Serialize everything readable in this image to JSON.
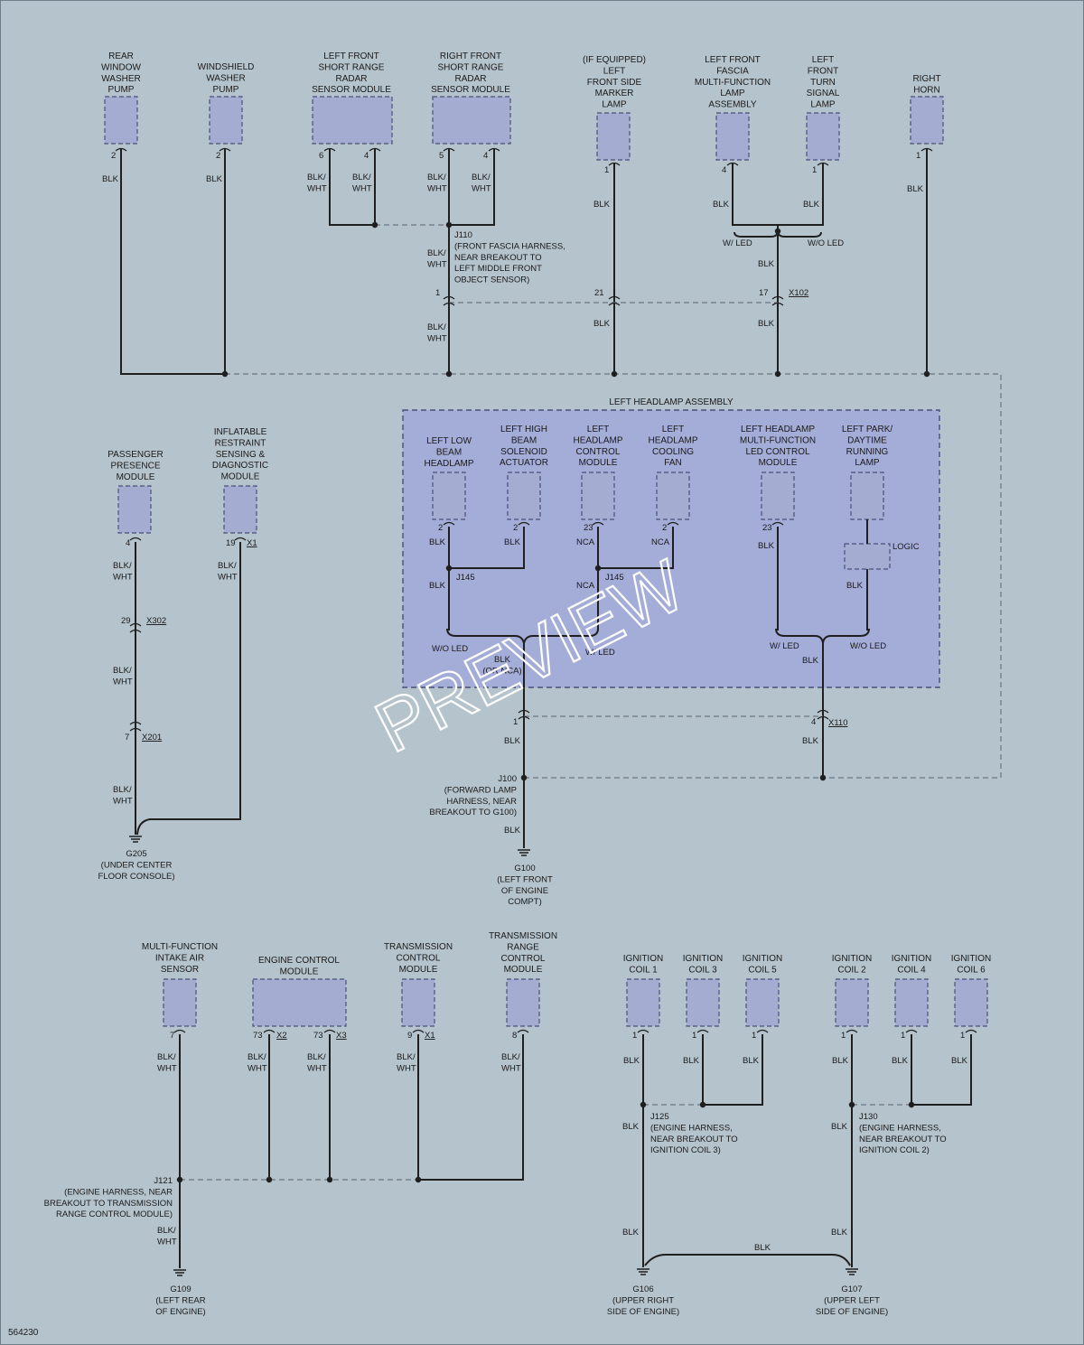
{
  "diagram_number": "564230",
  "watermark": "PREVIEW",
  "components": {
    "rear_washer": [
      "REAR",
      "WINDOW",
      "WASHER",
      "PUMP"
    ],
    "ws_washer": [
      "WINDSHIELD",
      "WASHER",
      "PUMP"
    ],
    "lf_radar": [
      "LEFT FRONT",
      "SHORT RANGE",
      "RADAR",
      "SENSOR MODULE"
    ],
    "rf_radar": [
      "RIGHT FRONT",
      "SHORT RANGE",
      "RADAR",
      "SENSOR MODULE"
    ],
    "side_marker": [
      "(IF EQUIPPED)",
      "LEFT",
      "FRONT SIDE",
      "MARKER",
      "LAMP"
    ],
    "fascia_lamp": [
      "LEFT FRONT",
      "FASCIA",
      "MULTI-FUNCTION",
      "LAMP",
      "ASSEMBLY"
    ],
    "turn_lamp": [
      "LEFT",
      "FRONT",
      "TURN",
      "SIGNAL",
      "LAMP"
    ],
    "horn": [
      "RIGHT",
      "HORN"
    ],
    "ppm": [
      "PASSENGER",
      "PRESENCE",
      "MODULE"
    ],
    "irs": [
      "INFLATABLE",
      "RESTRAINT",
      "SENSING &",
      "DIAGNOSTIC",
      "MODULE"
    ],
    "headlamp_assembly": "LEFT HEADLAMP ASSEMBLY",
    "low_beam": [
      "LEFT LOW",
      "BEAM",
      "HEADLAMP"
    ],
    "high_beam": [
      "LEFT HIGH",
      "BEAM",
      "SOLENOID",
      "ACTUATOR"
    ],
    "hl_control": [
      "LEFT",
      "HEADLAMP",
      "CONTROL",
      "MODULE"
    ],
    "hl_fan": [
      "LEFT",
      "HEADLAMP",
      "COOLING",
      "FAN"
    ],
    "hl_led": [
      "LEFT HEADLAMP",
      "MULTI-FUNCTION",
      "LED CONTROL",
      "MODULE"
    ],
    "drl": [
      "LEFT PARK/",
      "DAYTIME",
      "RUNNING",
      "LAMP"
    ],
    "logic": "LOGIC",
    "maf": [
      "MULTI-FUNCTION",
      "INTAKE AIR",
      "SENSOR"
    ],
    "ecm": [
      "ENGINE CONTROL",
      "MODULE"
    ],
    "tcm": [
      "TRANSMISSION",
      "CONTROL",
      "MODULE"
    ],
    "trcm": [
      "TRANSMISSION",
      "RANGE",
      "CONTROL",
      "MODULE"
    ],
    "coil1": [
      "IGNITION",
      "COIL 1"
    ],
    "coil3": [
      "IGNITION",
      "COIL 3"
    ],
    "coil5": [
      "IGNITION",
      "COIL 5"
    ],
    "coil2": [
      "IGNITION",
      "COIL 2"
    ],
    "coil4": [
      "IGNITION",
      "COIL 4"
    ],
    "coil6": [
      "IGNITION",
      "COIL 6"
    ]
  },
  "pins": {
    "rear_washer": "2",
    "ws_washer": "2",
    "lf_radar_a": "6",
    "lf_radar_b": "4",
    "rf_radar_a": "5",
    "rf_radar_b": "4",
    "side_marker": "1",
    "fascia_lamp": "4",
    "turn_lamp": "1",
    "horn": "1",
    "x102_1": "1",
    "x102_21": "21",
    "x102_17": "17",
    "ppm": "4",
    "irs": "19",
    "x302": "29",
    "x201": "7",
    "low_beam": "2",
    "high_beam": "2",
    "hl_control": "23",
    "hl_fan": "2",
    "hl_led": "23",
    "x110_1": "1",
    "x110_4": "4",
    "maf": "7",
    "ecm_x2": "73",
    "ecm_x3": "73",
    "tcm": "9",
    "trcm": "8",
    "coil1": "1",
    "coil3": "1",
    "coil5": "1",
    "coil2": "1",
    "coil4": "1",
    "coil6": "1"
  },
  "connectors": {
    "x102": "X102",
    "x1": "X1",
    "x302": "X302",
    "x201": "X201",
    "x110": "X110",
    "x2": "X2",
    "x3": "X3",
    "x1b": "X1"
  },
  "wire_colors": {
    "blk": "BLK",
    "blk_wht": [
      "BLK/",
      "WHT"
    ],
    "nca": "NCA",
    "blk_nca": [
      "BLK",
      "(OR NCA)"
    ]
  },
  "variants": {
    "w_led": "W/ LED",
    "wo_led": "W/O LED"
  },
  "splices": {
    "j110": [
      "J110",
      "(FRONT FASCIA HARNESS,",
      "NEAR BREAKOUT TO",
      "LEFT MIDDLE FRONT",
      "OBJECT SENSOR)"
    ],
    "j145": "J145",
    "j100": [
      "J100",
      "(FORWARD LAMP",
      "HARNESS, NEAR",
      "BREAKOUT TO G100)"
    ],
    "j121": [
      "J121",
      "(ENGINE HARNESS, NEAR",
      "BREAKOUT TO TRANSMISSION",
      "RANGE CONTROL MODULE)"
    ],
    "j125": [
      "J125",
      "(ENGINE HARNESS,",
      "NEAR BREAKOUT TO",
      "IGNITION COIL 3)"
    ],
    "j130": [
      "J130",
      "(ENGINE HARNESS,",
      "NEAR BREAKOUT TO",
      "IGNITION COIL 2)"
    ]
  },
  "grounds": {
    "g205": [
      "G205",
      "(UNDER CENTER",
      "FLOOR CONSOLE)"
    ],
    "g100": [
      "G100",
      "(LEFT FRONT",
      "OF ENGINE",
      "COMPT)"
    ],
    "g109": [
      "G109",
      "(LEFT REAR",
      "OF ENGINE)"
    ],
    "g106": [
      "G106",
      "(UPPER RIGHT",
      "SIDE OF ENGINE)"
    ],
    "g107": [
      "G107",
      "(UPPER LEFT",
      "SIDE OF ENGINE)"
    ]
  }
}
